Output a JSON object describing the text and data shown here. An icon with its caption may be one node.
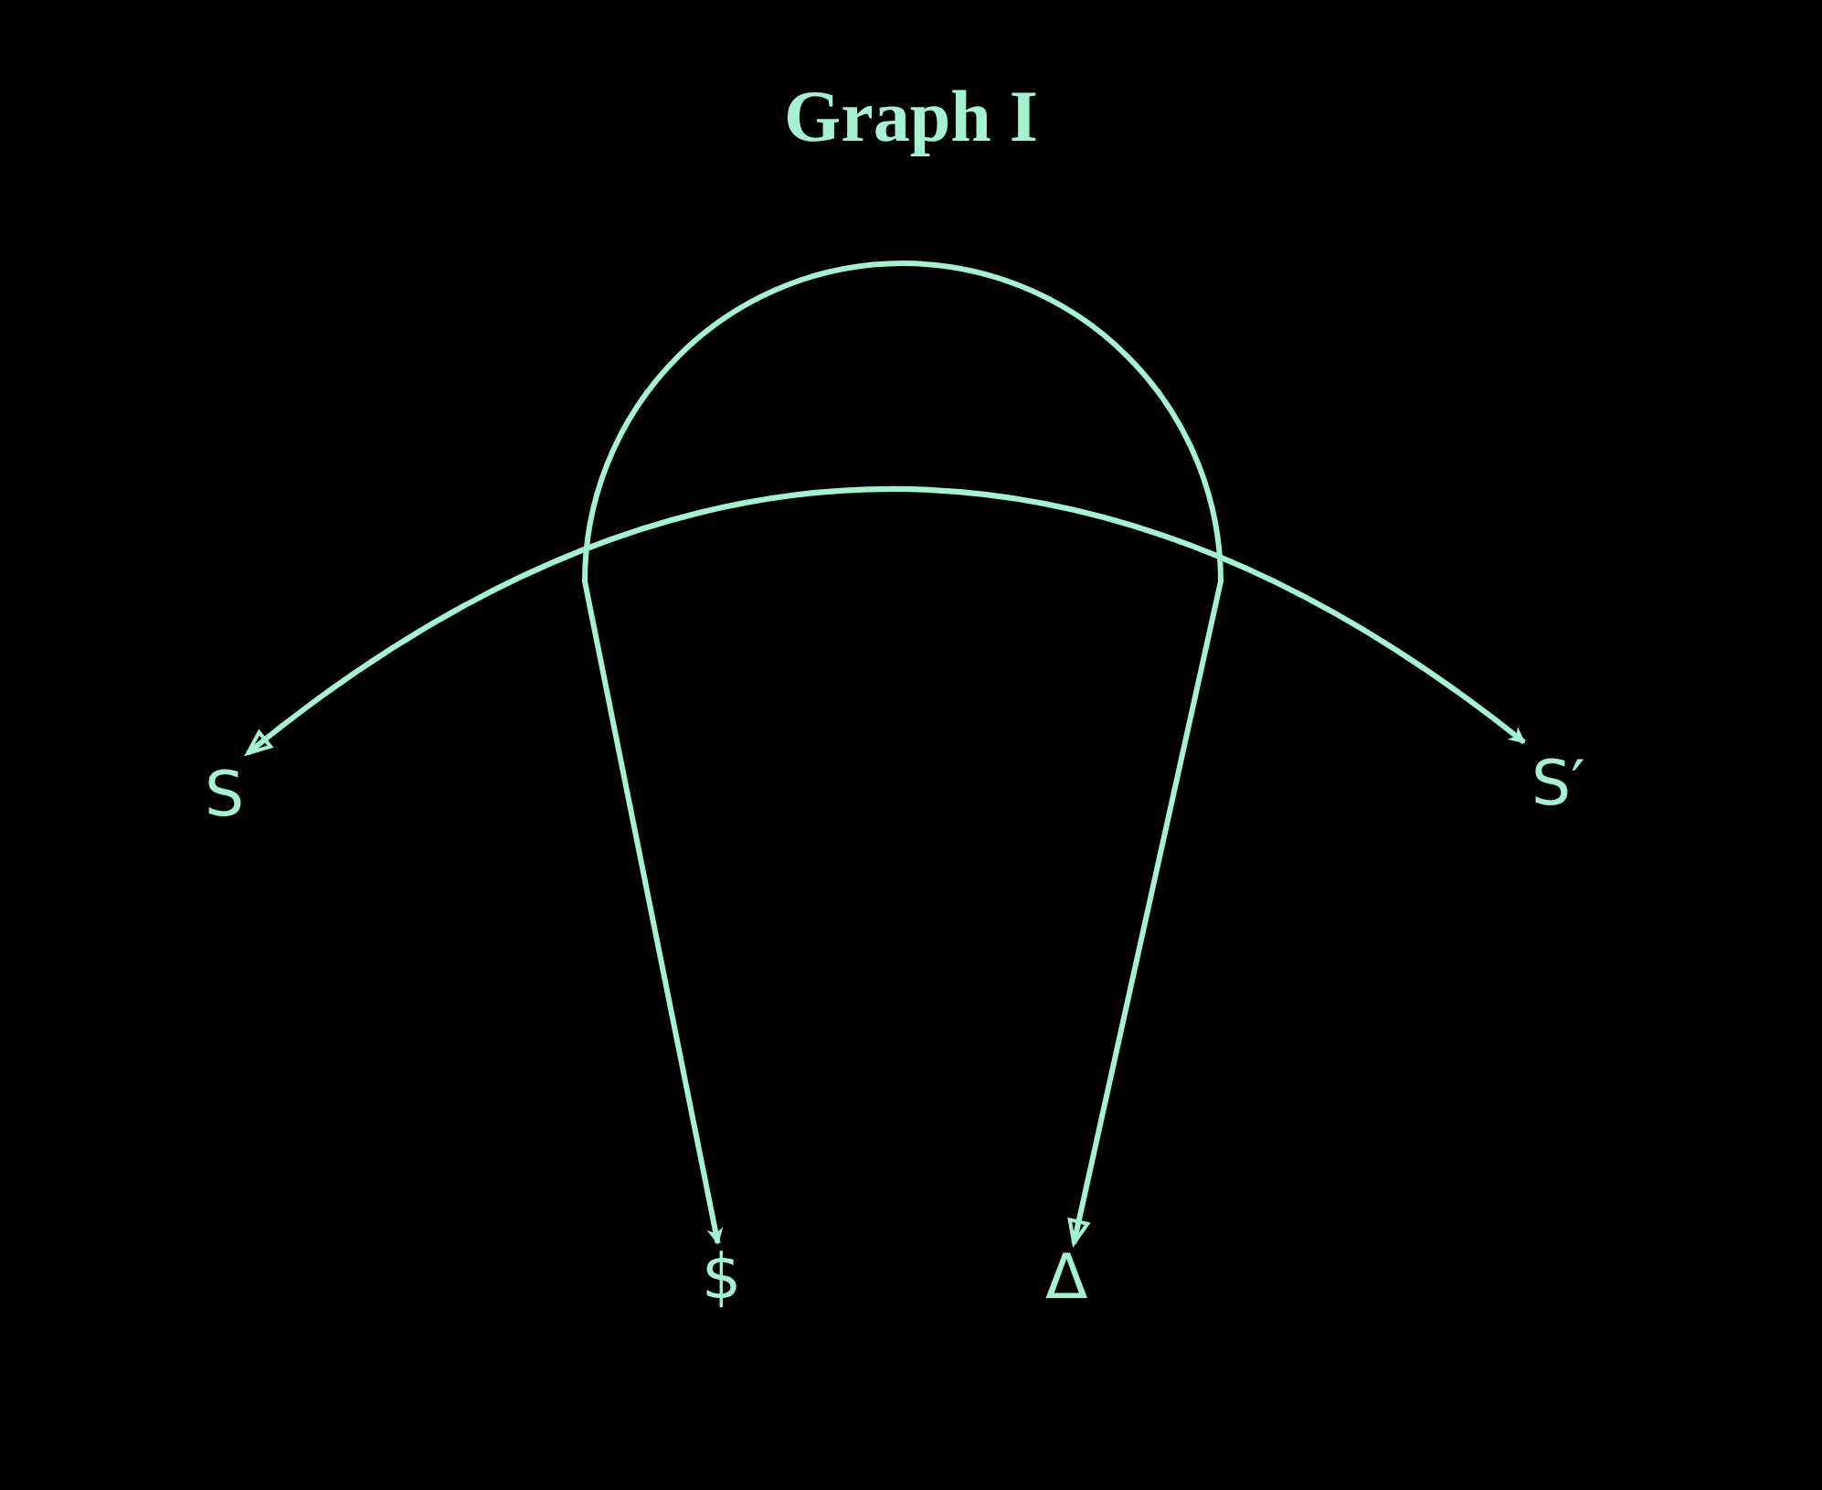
{
  "diagram": {
    "title": "Graph I",
    "nodes": [
      {
        "text": [
          "S"
        ]
      },
      {
        "text": [
          "S′"
        ]
      },
      {
        "text": [
          "$"
        ]
      },
      {
        "text": [
          "Δ"
        ]
      }
    ],
    "edges": [
      {
        "from": 0,
        "to": 1,
        "arrow": "both"
      },
      {
        "from": 3,
        "to": 2,
        "arrow": "both"
      }
    ]
  }
}
